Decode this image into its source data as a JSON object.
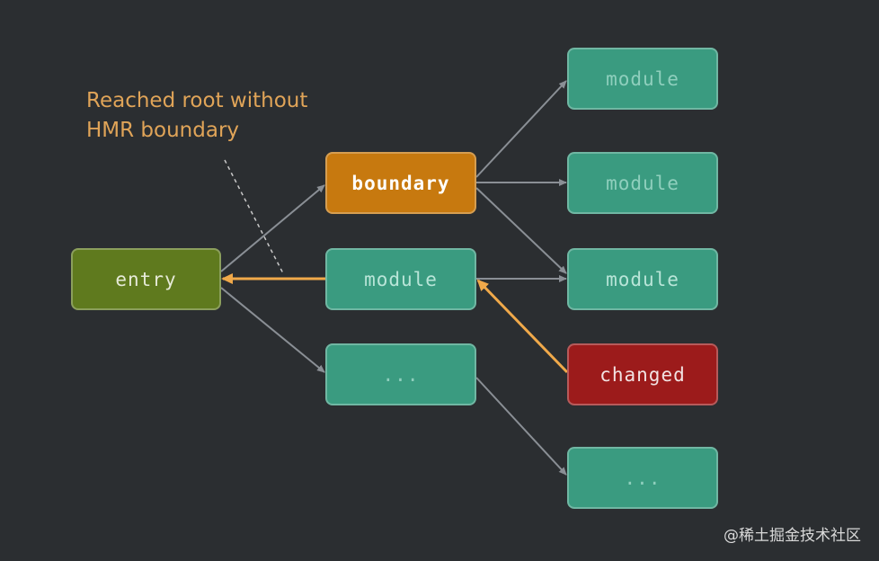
{
  "annotation": {
    "line1": "Reached root without",
    "line2": "HMR boundary"
  },
  "nodes": {
    "entry": "entry",
    "boundary": "boundary",
    "module_mid": "module",
    "ellipsis_mid": "...",
    "module_top": "module",
    "module_second": "module",
    "module_third": "module",
    "changed": "changed",
    "ellipsis_bottom": "..."
  },
  "watermark": "@稀土掘金技术社区",
  "colors": {
    "background": "#2b2e31",
    "entry": "#5f7a1e",
    "boundary": "#c7790f",
    "module": "#3a9b80",
    "changed": "#9c1b1b",
    "highlight": "#f0a94a",
    "edge": "#8a8f95",
    "annotation": "#e0a458"
  }
}
